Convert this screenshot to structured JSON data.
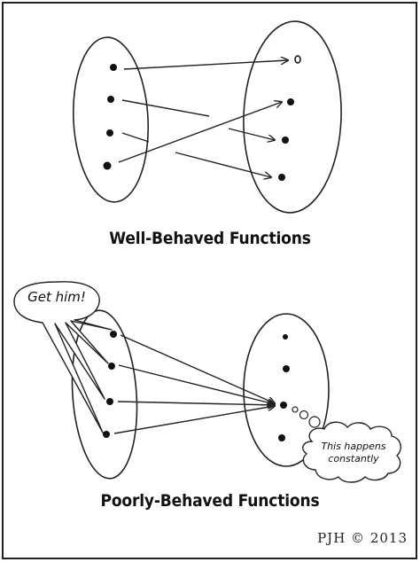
{
  "top_panel": {
    "caption": "Well-Behaved Functions"
  },
  "bottom_panel": {
    "caption": "Poorly-Behaved Functions",
    "speech_bubble": "Get him!",
    "thought_bubble": "This happens constantly"
  },
  "signature": "PJH © 2013"
}
